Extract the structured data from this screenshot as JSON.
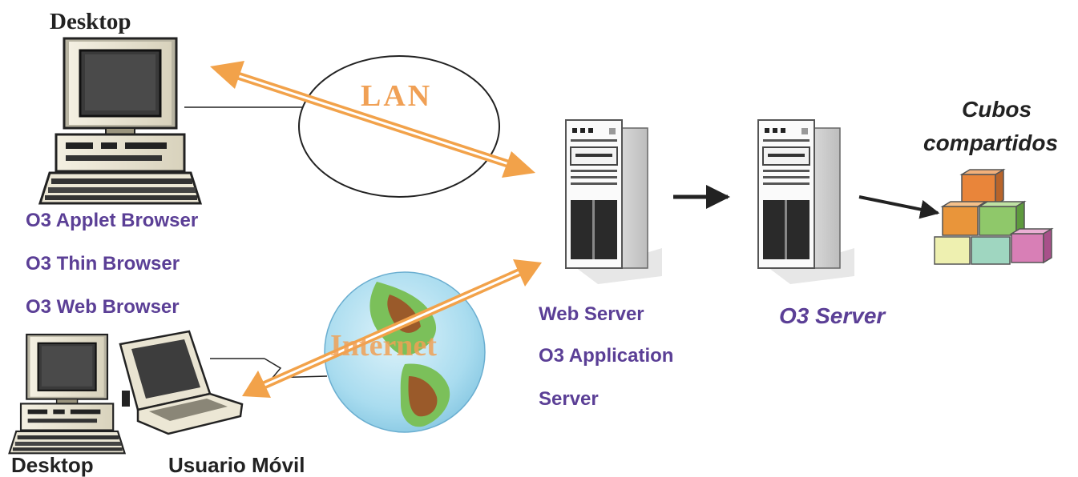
{
  "labels": {
    "desktop_top": "Desktop",
    "lan": "LAN",
    "internet": "Internet",
    "client_list": [
      "O3 Applet Browser",
      "O3 Thin Browser",
      "O3 Web Browser"
    ],
    "desktop_bottom": "Desktop",
    "mobile_user": "Usuario Móvil",
    "web_server": [
      "Web Server",
      "O3 Application",
      "Server"
    ],
    "o3_server": "O3 Server",
    "shared_cubes": [
      "Cubos",
      "compartidos"
    ]
  },
  "colors": {
    "arrow_orange": "#f2a24a",
    "label_purple": "#5b3f96",
    "lan_orange": "#f0a055",
    "text_dark": "#222222",
    "cube_orange": "#e9853a",
    "cube_green": "#8fc86a",
    "cube_yellow": "#eef0b0",
    "cube_teal": "#9fd6c0",
    "cube_pink": "#d87fb6"
  },
  "icons": {
    "desktop_computer": "desktop-computer-icon",
    "laptop": "laptop-icon",
    "globe": "globe-icon",
    "server_tower": "server-tower-icon",
    "cube_stack": "cube-stack-icon"
  }
}
